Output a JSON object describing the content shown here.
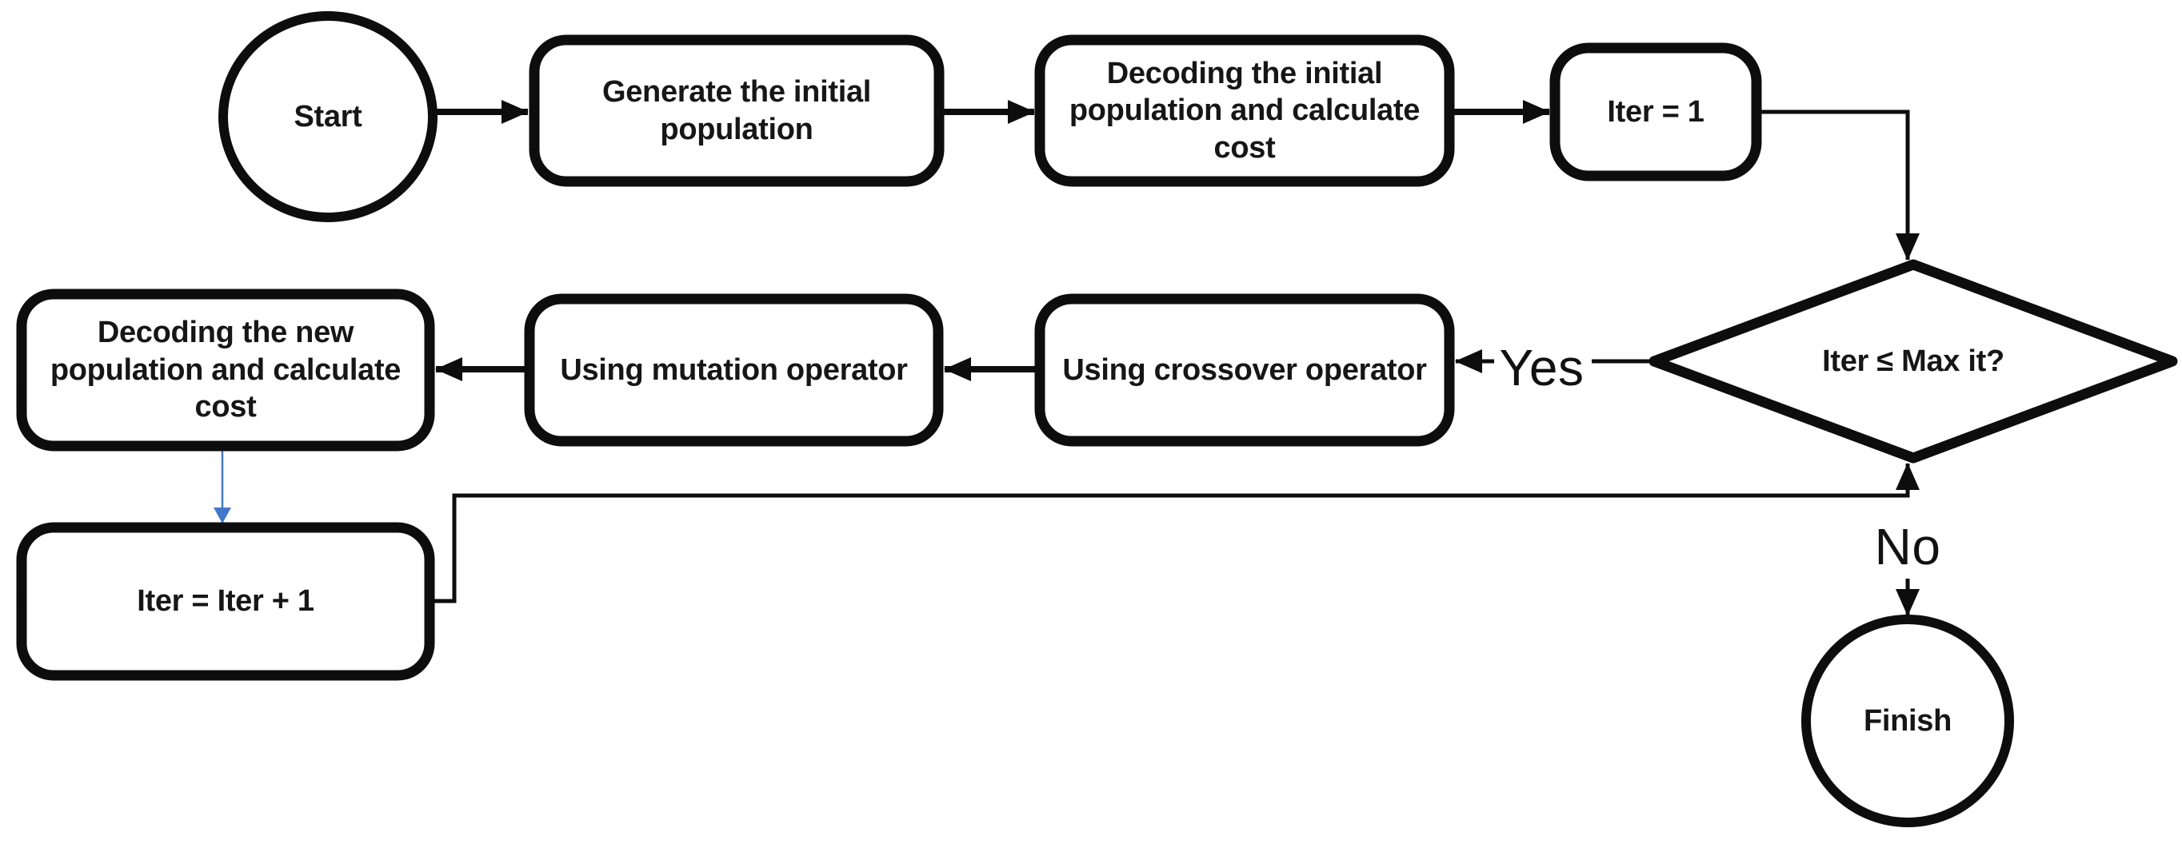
{
  "diagram": {
    "kind": "flowchart",
    "background": "#ffffff"
  },
  "colors": {
    "shape_stroke": "#0d0d0d",
    "text": "#161616",
    "loop_arrow_blue": "#4377c8"
  },
  "nodes": {
    "start": {
      "label": "Start",
      "shape": "terminator-circle"
    },
    "generate": {
      "label": "Generate the initial\npopulation",
      "shape": "process"
    },
    "decode_initial": {
      "label": "Decoding the initial\npopulation and calculate\ncost",
      "shape": "process"
    },
    "iter_init": {
      "label": "Iter = 1",
      "shape": "process"
    },
    "decision": {
      "label": "Iter ≤ Max it?",
      "shape": "decision-diamond"
    },
    "crossover": {
      "label": "Using crossover operator",
      "shape": "process"
    },
    "mutation": {
      "label": "Using mutation operator",
      "shape": "process"
    },
    "decode_new": {
      "label": "Decoding the new\npopulation and calculate\ncost",
      "shape": "process"
    },
    "iter_inc": {
      "label": "Iter = Iter + 1",
      "shape": "process"
    },
    "finish": {
      "label": "Finish",
      "shape": "terminator-circle"
    }
  },
  "edge_labels": {
    "yes": "Yes",
    "no": "No"
  }
}
